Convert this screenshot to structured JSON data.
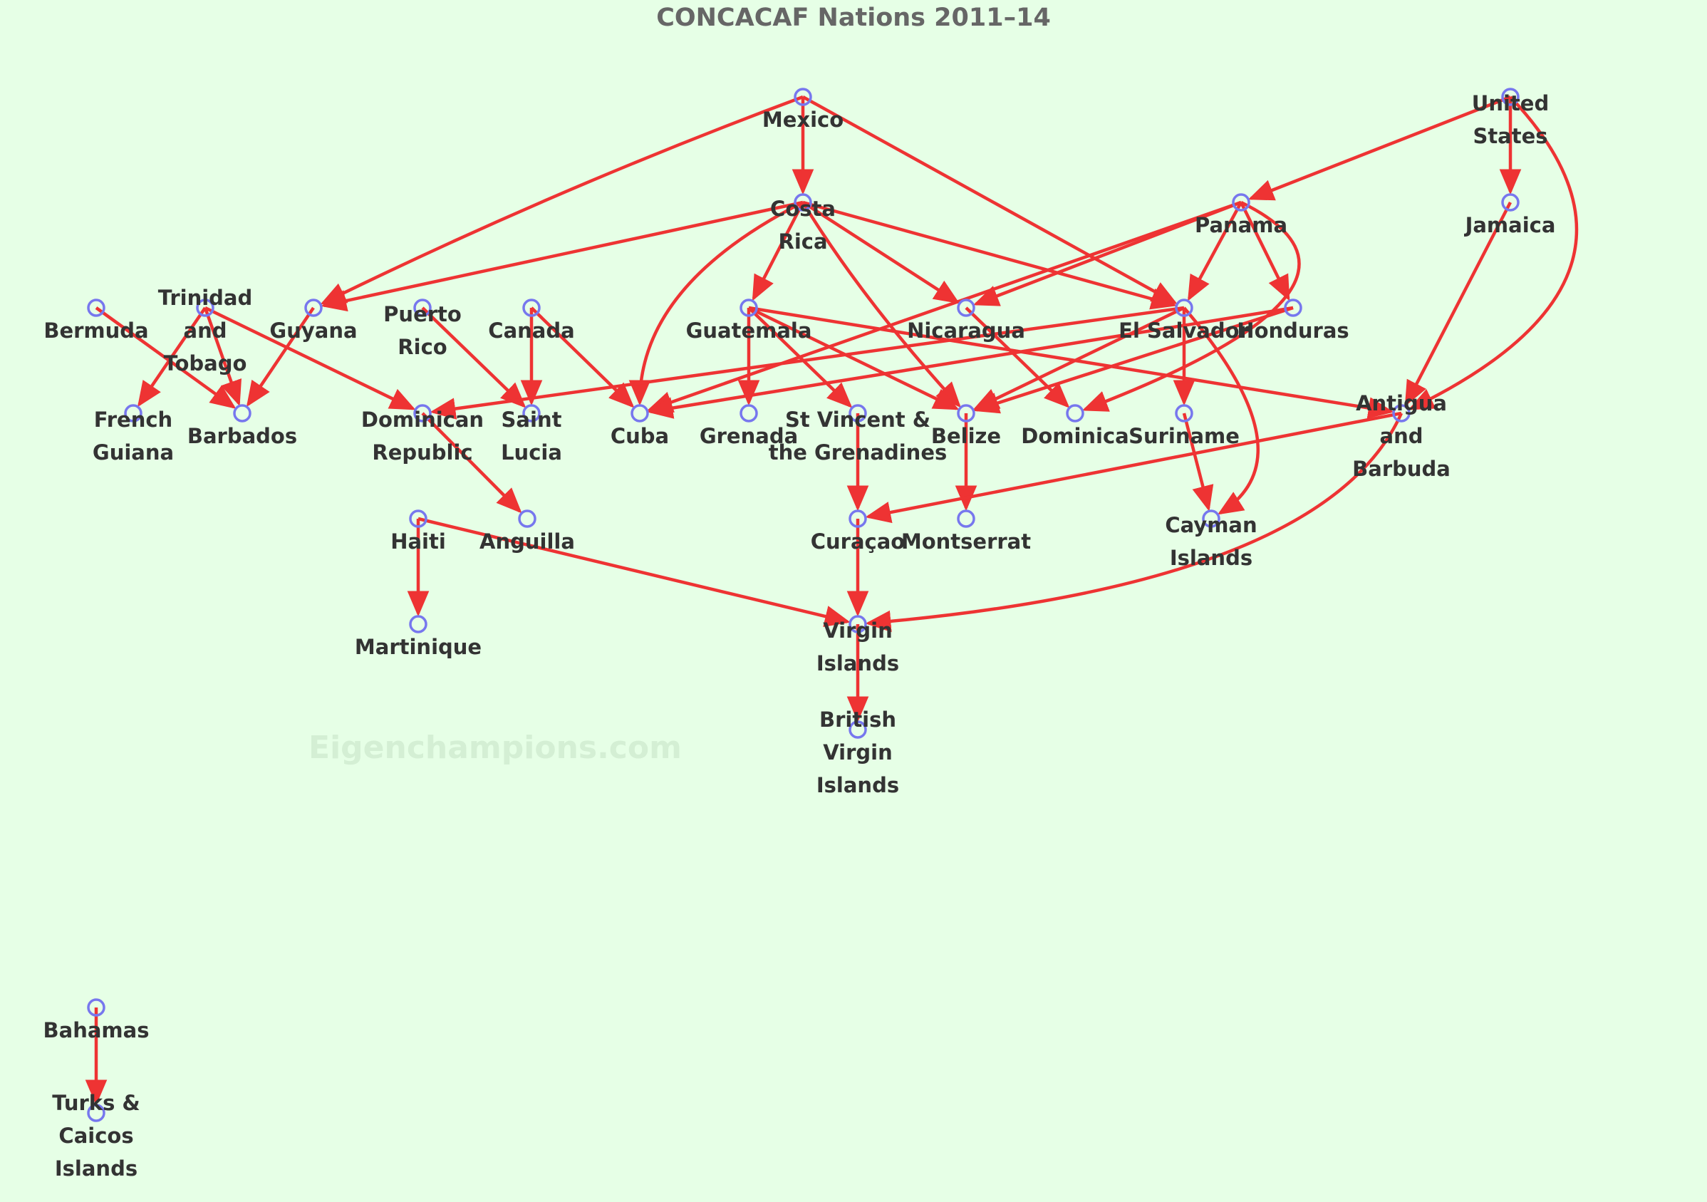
{
  "title": "CONCACAF Nations 2011–14",
  "watermark": "Eigenchampions.com",
  "colors": {
    "background": "#e6ffe6",
    "edge": "#ee3333",
    "node": "#7777ee",
    "label": "#333333",
    "title": "#666666"
  },
  "nodes": [
    {
      "id": "mexico",
      "label": [
        "Mexico"
      ]
    },
    {
      "id": "usa",
      "label": [
        "United",
        "States"
      ]
    },
    {
      "id": "costa_rica",
      "label": [
        "Costa",
        "Rica"
      ]
    },
    {
      "id": "panama",
      "label": [
        "Panama"
      ]
    },
    {
      "id": "jamaica",
      "label": [
        "Jamaica"
      ]
    },
    {
      "id": "bermuda",
      "label": [
        "Bermuda"
      ]
    },
    {
      "id": "trinidad",
      "label": [
        "Trinidad",
        "and",
        "Tobago"
      ]
    },
    {
      "id": "guyana",
      "label": [
        "Guyana"
      ]
    },
    {
      "id": "puerto_rico",
      "label": [
        "Puerto",
        "Rico"
      ]
    },
    {
      "id": "canada",
      "label": [
        "Canada"
      ]
    },
    {
      "id": "guatemala",
      "label": [
        "Guatemala"
      ]
    },
    {
      "id": "nicaragua",
      "label": [
        "Nicaragua"
      ]
    },
    {
      "id": "el_salvador",
      "label": [
        "El Salvador"
      ]
    },
    {
      "id": "honduras",
      "label": [
        "Honduras"
      ]
    },
    {
      "id": "french_guiana",
      "label": [
        "French",
        "Guiana"
      ]
    },
    {
      "id": "barbados",
      "label": [
        "Barbados"
      ]
    },
    {
      "id": "dominican_rep",
      "label": [
        "Dominican",
        "Republic"
      ]
    },
    {
      "id": "saint_lucia",
      "label": [
        "Saint",
        "Lucia"
      ]
    },
    {
      "id": "cuba",
      "label": [
        "Cuba"
      ]
    },
    {
      "id": "grenada",
      "label": [
        "Grenada"
      ]
    },
    {
      "id": "st_vincent",
      "label": [
        "St Vincent &",
        "the Grenadines"
      ]
    },
    {
      "id": "belize",
      "label": [
        "Belize"
      ]
    },
    {
      "id": "dominica",
      "label": [
        "Dominica"
      ]
    },
    {
      "id": "suriname",
      "label": [
        "Suriname"
      ]
    },
    {
      "id": "antigua",
      "label": [
        "Antigua",
        "and",
        "Barbuda"
      ]
    },
    {
      "id": "haiti",
      "label": [
        "Haiti"
      ]
    },
    {
      "id": "anguilla",
      "label": [
        "Anguilla"
      ]
    },
    {
      "id": "curacao",
      "label": [
        "Curaçao"
      ]
    },
    {
      "id": "montserrat",
      "label": [
        "Montserrat"
      ]
    },
    {
      "id": "cayman",
      "label": [
        "Cayman",
        "Islands"
      ]
    },
    {
      "id": "martinique",
      "label": [
        "Martinique"
      ]
    },
    {
      "id": "virgin_islands",
      "label": [
        "Virgin",
        "Islands"
      ]
    },
    {
      "id": "bvi",
      "label": [
        "British",
        "Virgin",
        "Islands"
      ]
    },
    {
      "id": "bahamas",
      "label": [
        "Bahamas"
      ]
    },
    {
      "id": "turks_caicos",
      "label": [
        "Turks &",
        "Caicos",
        "Islands"
      ]
    }
  ],
  "edges": [
    [
      "mexico",
      "costa_rica"
    ],
    [
      "mexico",
      "guyana"
    ],
    [
      "mexico",
      "el_salvador"
    ],
    [
      "usa",
      "panama"
    ],
    [
      "usa",
      "jamaica"
    ],
    [
      "usa",
      "antigua"
    ],
    [
      "costa_rica",
      "guyana"
    ],
    [
      "costa_rica",
      "guatemala"
    ],
    [
      "costa_rica",
      "cuba"
    ],
    [
      "costa_rica",
      "nicaragua"
    ],
    [
      "costa_rica",
      "el_salvador"
    ],
    [
      "costa_rica",
      "belize"
    ],
    [
      "panama",
      "nicaragua"
    ],
    [
      "panama",
      "el_salvador"
    ],
    [
      "panama",
      "honduras"
    ],
    [
      "panama",
      "cuba"
    ],
    [
      "panama",
      "dominica"
    ],
    [
      "jamaica",
      "antigua"
    ],
    [
      "bermuda",
      "barbados"
    ],
    [
      "trinidad",
      "french_guiana"
    ],
    [
      "trinidad",
      "barbados"
    ],
    [
      "trinidad",
      "dominican_rep"
    ],
    [
      "guyana",
      "barbados"
    ],
    [
      "puerto_rico",
      "saint_lucia"
    ],
    [
      "canada",
      "saint_lucia"
    ],
    [
      "canada",
      "cuba"
    ],
    [
      "guatemala",
      "grenada"
    ],
    [
      "guatemala",
      "st_vincent"
    ],
    [
      "guatemala",
      "belize"
    ],
    [
      "guatemala",
      "antigua"
    ],
    [
      "nicaragua",
      "dominica"
    ],
    [
      "el_salvador",
      "dominican_rep"
    ],
    [
      "el_salvador",
      "belize"
    ],
    [
      "el_salvador",
      "suriname"
    ],
    [
      "el_salvador",
      "cayman"
    ],
    [
      "honduras",
      "cuba"
    ],
    [
      "honduras",
      "belize"
    ],
    [
      "dominican_rep",
      "anguilla"
    ],
    [
      "st_vincent",
      "curacao"
    ],
    [
      "belize",
      "montserrat"
    ],
    [
      "suriname",
      "cayman"
    ],
    [
      "antigua",
      "curacao"
    ],
    [
      "antigua",
      "virgin_islands"
    ],
    [
      "haiti",
      "martinique"
    ],
    [
      "haiti",
      "virgin_islands"
    ],
    [
      "curacao",
      "virgin_islands"
    ],
    [
      "virgin_islands",
      "bvi"
    ],
    [
      "bahamas",
      "turks_caicos"
    ]
  ]
}
